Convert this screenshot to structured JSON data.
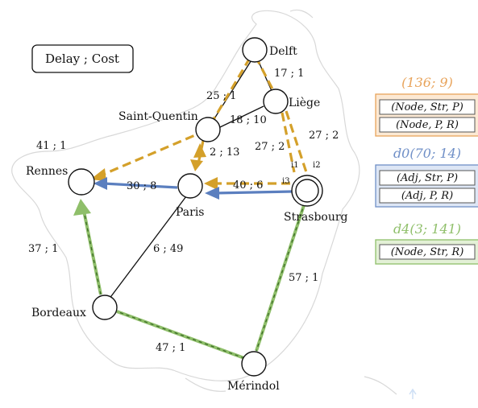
{
  "legend_box": {
    "text": "Delay ; Cost"
  },
  "nodes": {
    "delft": {
      "label": "Delft"
    },
    "liege": {
      "label": "Liège"
    },
    "saint_quentin": {
      "label": "Saint-Quentin"
    },
    "rennes": {
      "label": "Rennes"
    },
    "paris": {
      "label": "Paris"
    },
    "strasbourg": {
      "label": "Strasbourg"
    },
    "bordeaux": {
      "label": "Bordeaux"
    },
    "merindol": {
      "label": "Mérindol"
    }
  },
  "edges": {
    "delft_liege": "17 ; 1",
    "delft_sq": "25 ; 1",
    "sq_liege": "18 ; 10",
    "sq_rennes": "41 ; 1",
    "sq_paris": "2 ; 13",
    "liege_str_a": "27 ; 2",
    "liege_str_b": "27 ; 2",
    "rennes_paris": "30 ; 8",
    "paris_str": "40 ; 6",
    "paris_bordeaux": "6 ; 49",
    "bordeaux_rennes": "37 ; 1",
    "bordeaux_merindol": "47 ; 1",
    "merindol_str": "57 ; 1"
  },
  "ports": {
    "i1": "i1",
    "i2": "i2",
    "i3": "i3"
  },
  "paths": [
    {
      "title": "(136; 9)",
      "color": "#e8a35a",
      "rows": [
        "(Node, Str, P)",
        "(Node, P, R)"
      ]
    },
    {
      "title": "d0(70; 14)",
      "color": "#6f8fc7",
      "rows": [
        "(Adj, Str, P)",
        "(Adj, P, R)"
      ]
    },
    {
      "title": "d4(3; 141)",
      "color": "#8fbf6a",
      "rows": [
        "(Node, Str, R)"
      ]
    }
  ],
  "colors": {
    "orange_path": "#d4a02a",
    "blue_path": "#5b7fbf",
    "green_path": "#8fbf6a",
    "node_stroke": "#111111"
  }
}
